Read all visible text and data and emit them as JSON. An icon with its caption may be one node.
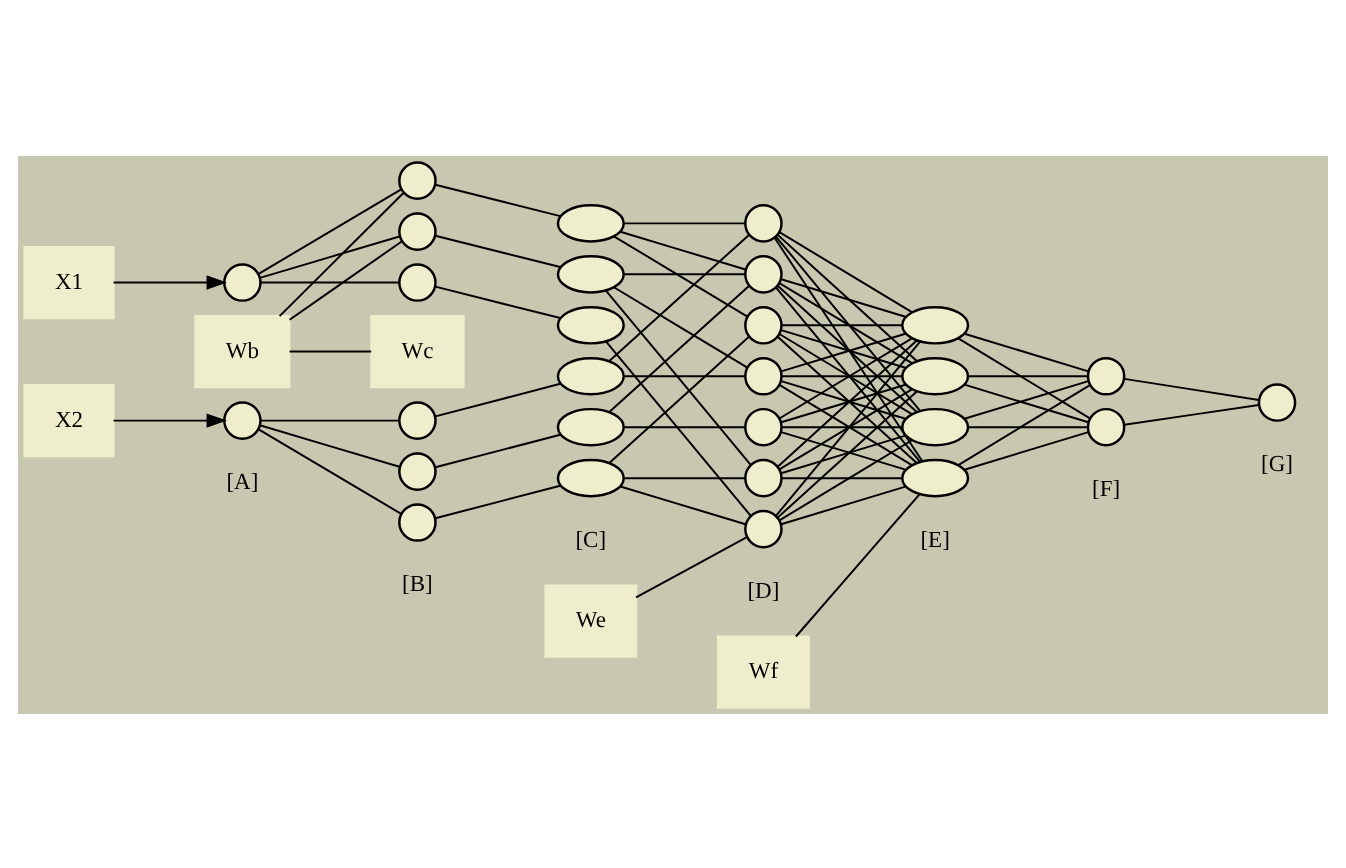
{
  "diagram": {
    "nodes": [
      {
        "text": [
          "X1"
        ]
      },
      {
        "text": [
          "X2"
        ]
      },
      {
        "text": [
          "Wb"
        ]
      },
      {
        "text": [
          "Wc"
        ]
      },
      {
        "text": [
          "We"
        ]
      },
      {
        "text": [
          "Wf"
        ]
      },
      {
        "text": [],
        "shape": "circle"
      },
      {
        "text": [],
        "shape": "circle"
      },
      {
        "text": [],
        "shape": "circle"
      },
      {
        "text": [],
        "shape": "circle"
      },
      {
        "text": [],
        "shape": "circle"
      },
      {
        "text": [],
        "shape": "circle"
      },
      {
        "text": [],
        "shape": "circle"
      },
      {
        "text": [],
        "shape": "circle"
      },
      {
        "text": [],
        "shape": "ellipse"
      },
      {
        "text": [],
        "shape": "ellipse"
      },
      {
        "text": [],
        "shape": "ellipse"
      },
      {
        "text": [],
        "shape": "ellipse"
      },
      {
        "text": [],
        "shape": "ellipse"
      },
      {
        "text": [],
        "shape": "ellipse"
      },
      {
        "text": [],
        "shape": "circle"
      },
      {
        "text": [],
        "shape": "circle"
      },
      {
        "text": [],
        "shape": "circle"
      },
      {
        "text": [],
        "shape": "circle"
      },
      {
        "text": [],
        "shape": "circle"
      },
      {
        "text": [],
        "shape": "circle"
      },
      {
        "text": [],
        "shape": "circle"
      },
      {
        "text": [],
        "shape": "ellipse"
      },
      {
        "text": [],
        "shape": "ellipse"
      },
      {
        "text": [],
        "shape": "ellipse"
      },
      {
        "text": [],
        "shape": "ellipse"
      },
      {
        "text": [],
        "shape": "circle"
      },
      {
        "text": [],
        "shape": "circle"
      },
      {
        "text": [],
        "shape": "circle"
      }
    ],
    "edges": [
      {
        "from": 0,
        "to": 6,
        "arrow": "to"
      },
      {
        "from": 1,
        "to": 7,
        "arrow": "to"
      },
      {
        "from": 6,
        "to": 8,
        "arrow": "none"
      },
      {
        "from": 6,
        "to": 9,
        "arrow": "none"
      },
      {
        "from": 6,
        "to": 10,
        "arrow": "none"
      },
      {
        "from": 7,
        "to": 11,
        "arrow": "none"
      },
      {
        "from": 7,
        "to": 12,
        "arrow": "none"
      },
      {
        "from": 7,
        "to": 13,
        "arrow": "none"
      },
      {
        "from": 2,
        "to": 8,
        "arrow": "none"
      },
      {
        "from": 2,
        "to": 9,
        "arrow": "none"
      },
      {
        "from": 2,
        "to": 3,
        "arrow": "none"
      },
      {
        "from": 8,
        "to": 14,
        "arrow": "none"
      },
      {
        "from": 9,
        "to": 15,
        "arrow": "none"
      },
      {
        "from": 10,
        "to": 16,
        "arrow": "none"
      },
      {
        "from": 11,
        "to": 17,
        "arrow": "none"
      },
      {
        "from": 12,
        "to": 18,
        "arrow": "none"
      },
      {
        "from": 13,
        "to": 19,
        "arrow": "none"
      },
      {
        "from": 14,
        "to": 20,
        "arrow": "none"
      },
      {
        "from": 14,
        "to": 21,
        "arrow": "none"
      },
      {
        "from": 14,
        "to": 22,
        "arrow": "none"
      },
      {
        "from": 15,
        "to": 21,
        "arrow": "none"
      },
      {
        "from": 15,
        "to": 23,
        "arrow": "none"
      },
      {
        "from": 15,
        "to": 25,
        "arrow": "none"
      },
      {
        "from": 16,
        "to": 26,
        "arrow": "none"
      },
      {
        "from": 17,
        "to": 20,
        "arrow": "none"
      },
      {
        "from": 17,
        "to": 23,
        "arrow": "none"
      },
      {
        "from": 18,
        "to": 21,
        "arrow": "none"
      },
      {
        "from": 18,
        "to": 24,
        "arrow": "none"
      },
      {
        "from": 19,
        "to": 22,
        "arrow": "none"
      },
      {
        "from": 19,
        "to": 25,
        "arrow": "none"
      },
      {
        "from": 19,
        "to": 26,
        "arrow": "none"
      },
      {
        "from": 20,
        "to": 27,
        "arrow": "none"
      },
      {
        "from": 20,
        "to": 28,
        "arrow": "none"
      },
      {
        "from": 20,
        "to": 29,
        "arrow": "none"
      },
      {
        "from": 20,
        "to": 30,
        "arrow": "none"
      },
      {
        "from": 21,
        "to": 27,
        "arrow": "none"
      },
      {
        "from": 21,
        "to": 28,
        "arrow": "none"
      },
      {
        "from": 21,
        "to": 29,
        "arrow": "none"
      },
      {
        "from": 21,
        "to": 30,
        "arrow": "none"
      },
      {
        "from": 22,
        "to": 27,
        "arrow": "none"
      },
      {
        "from": 22,
        "to": 28,
        "arrow": "none"
      },
      {
        "from": 22,
        "to": 29,
        "arrow": "none"
      },
      {
        "from": 22,
        "to": 30,
        "arrow": "none"
      },
      {
        "from": 23,
        "to": 27,
        "arrow": "none"
      },
      {
        "from": 23,
        "to": 28,
        "arrow": "none"
      },
      {
        "from": 23,
        "to": 29,
        "arrow": "none"
      },
      {
        "from": 23,
        "to": 30,
        "arrow": "none"
      },
      {
        "from": 24,
        "to": 27,
        "arrow": "none"
      },
      {
        "from": 24,
        "to": 28,
        "arrow": "none"
      },
      {
        "from": 24,
        "to": 29,
        "arrow": "none"
      },
      {
        "from": 24,
        "to": 30,
        "arrow": "none"
      },
      {
        "from": 25,
        "to": 27,
        "arrow": "none"
      },
      {
        "from": 25,
        "to": 28,
        "arrow": "none"
      },
      {
        "from": 25,
        "to": 29,
        "arrow": "none"
      },
      {
        "from": 25,
        "to": 30,
        "arrow": "none"
      },
      {
        "from": 26,
        "to": 27,
        "arrow": "none"
      },
      {
        "from": 26,
        "to": 28,
        "arrow": "none"
      },
      {
        "from": 26,
        "to": 29,
        "arrow": "none"
      },
      {
        "from": 26,
        "to": 30,
        "arrow": "none"
      },
      {
        "from": 4,
        "to": 26,
        "arrow": "none"
      },
      {
        "from": 27,
        "to": 31,
        "arrow": "none"
      },
      {
        "from": 27,
        "to": 32,
        "arrow": "none"
      },
      {
        "from": 28,
        "to": 31,
        "arrow": "none"
      },
      {
        "from": 28,
        "to": 32,
        "arrow": "none"
      },
      {
        "from": 29,
        "to": 31,
        "arrow": "none"
      },
      {
        "from": 29,
        "to": 32,
        "arrow": "none"
      },
      {
        "from": 30,
        "to": 31,
        "arrow": "none"
      },
      {
        "from": 30,
        "to": 32,
        "arrow": "none"
      },
      {
        "from": 5,
        "to": 30,
        "arrow": "none"
      },
      {
        "from": 31,
        "to": 33,
        "arrow": "none"
      },
      {
        "from": 32,
        "to": 33,
        "arrow": "none"
      }
    ],
    "labels": [
      "[A]",
      "[B]",
      "[C]",
      "[D]",
      "[E]",
      "[F]",
      "[G]"
    ]
  }
}
